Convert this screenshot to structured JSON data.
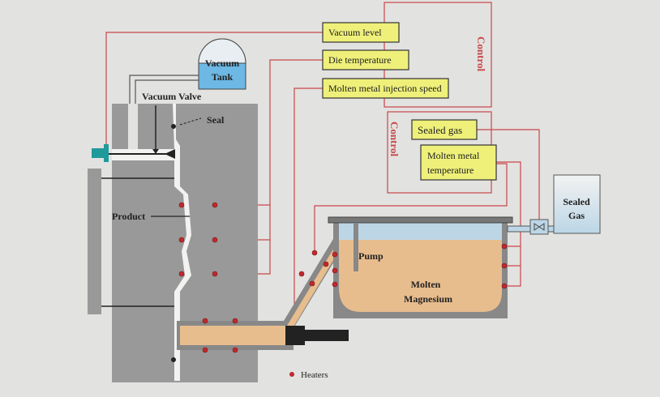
{
  "labels": {
    "vacuum_tank_line1": "Vacuum",
    "vacuum_tank_line2": "Tank",
    "vacuum_valve": "Vacuum Valve",
    "seal": "Seal",
    "product": "Product",
    "pump": "Pump",
    "molten_line1": "Molten",
    "molten_line2": "Magnesium",
    "sealed_gas_line1": "Sealed",
    "sealed_gas_line2": "Gas",
    "heaters": "Heaters"
  },
  "control_boxes": {
    "vacuum_level": "Vacuum level",
    "die_temperature": "Die temperature",
    "injection_speed": "Molten metal injection speed",
    "sealed_gas": "Sealed gas",
    "metal_temp_line1": "Molten metal",
    "metal_temp_line2": "temperature"
  },
  "control_groups": [
    "Control",
    "Control"
  ],
  "colors": {
    "signal_line": "#c9474a",
    "box_fill": "#eef07a",
    "die": "#999999",
    "molten": "#e8bd8e",
    "gas": "#bcd6e6",
    "heater": "#c0282c"
  }
}
